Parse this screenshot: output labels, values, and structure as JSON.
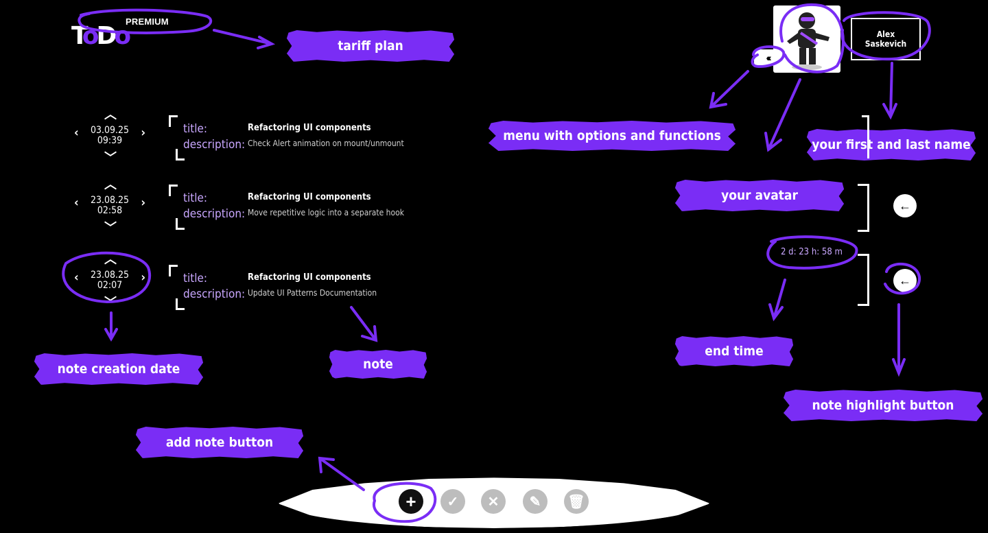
{
  "app": {
    "logo_text": "ToDo",
    "tariff_badge": "PREMIUM"
  },
  "annotations": {
    "tariff_plan": "tariff plan",
    "menu": "menu with options and functions",
    "first_last_name": "your first and last name",
    "avatar": "your avatar",
    "end_time": "end time",
    "note_highlight": "note highlight button",
    "creation_date": "note creation date",
    "note": "note",
    "add_note": "add note button"
  },
  "user": {
    "first_name": "Alex",
    "last_name": "Saskevich"
  },
  "notes": [
    {
      "date": "03.09.25",
      "time": "09:39",
      "title_label": "title:",
      "description_label": "description:",
      "title": "Refactoring UI components",
      "description": "Check Alert animation on mount/unmount"
    },
    {
      "date": "23.08.25",
      "time": "02:58",
      "title_label": "title:",
      "description_label": "description:",
      "title": "Refactoring UI components",
      "description": "Move repetitive logic into a separate hook"
    },
    {
      "date": "23.08.25",
      "time": "02:07",
      "title_label": "title:",
      "description_label": "description:",
      "title": "Refactoring UI components",
      "description": "Update UI Patterns Documentation"
    }
  ],
  "end_time": "2 d: 23 h: 58 m",
  "icons": {
    "menu": "chevrons-left-icon",
    "highlight": "arrow-left-icon",
    "add": "plus-icon",
    "complete": "check-icon",
    "cancel": "close-icon",
    "edit": "pencil-icon",
    "delete": "trash-icon"
  },
  "colors": {
    "accent": "#7a2df5",
    "background": "#000000",
    "label": "#c9a7ff"
  }
}
